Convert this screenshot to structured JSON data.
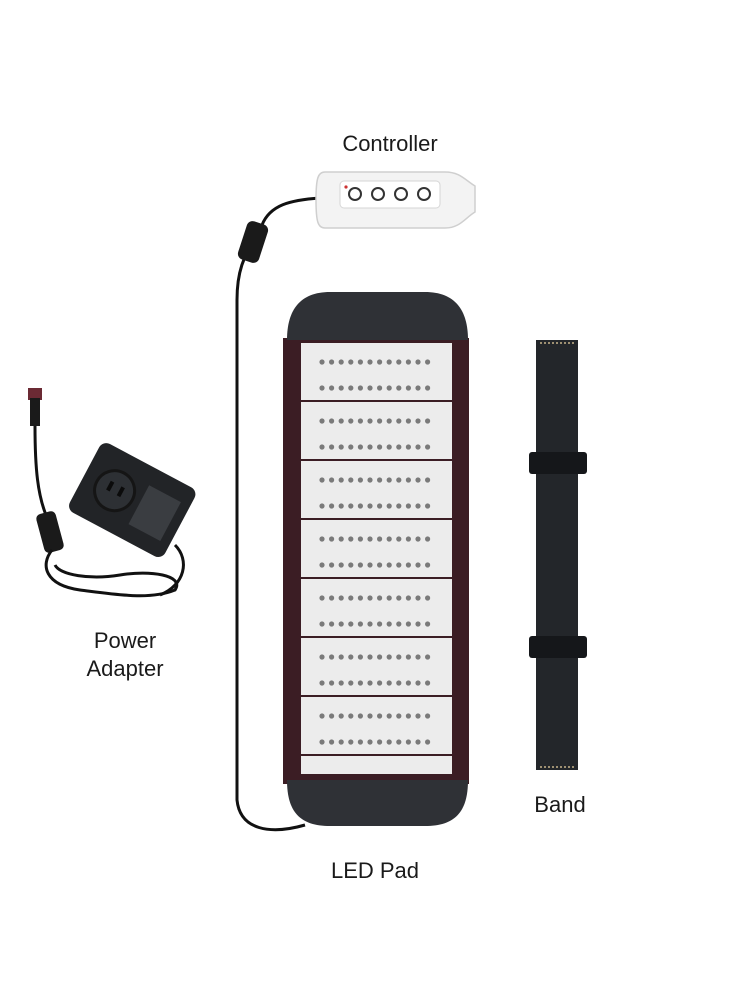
{
  "labels": {
    "controller": "Controller",
    "power_adapter_line1": "Power",
    "power_adapter_line2": "Adapter",
    "band": "Band",
    "led_pad": "LED Pad"
  },
  "colors": {
    "pad_frame": "#3b1d24",
    "pad_cap": "#2f3136",
    "panel": "#ececec",
    "led": "#7a7a7a",
    "band": "#23262a",
    "controller_body": "#f3f3f3",
    "adapter_body": "#222427"
  },
  "icons": [
    "controller-device",
    "power-adapter",
    "led-pad",
    "band-strap"
  ]
}
